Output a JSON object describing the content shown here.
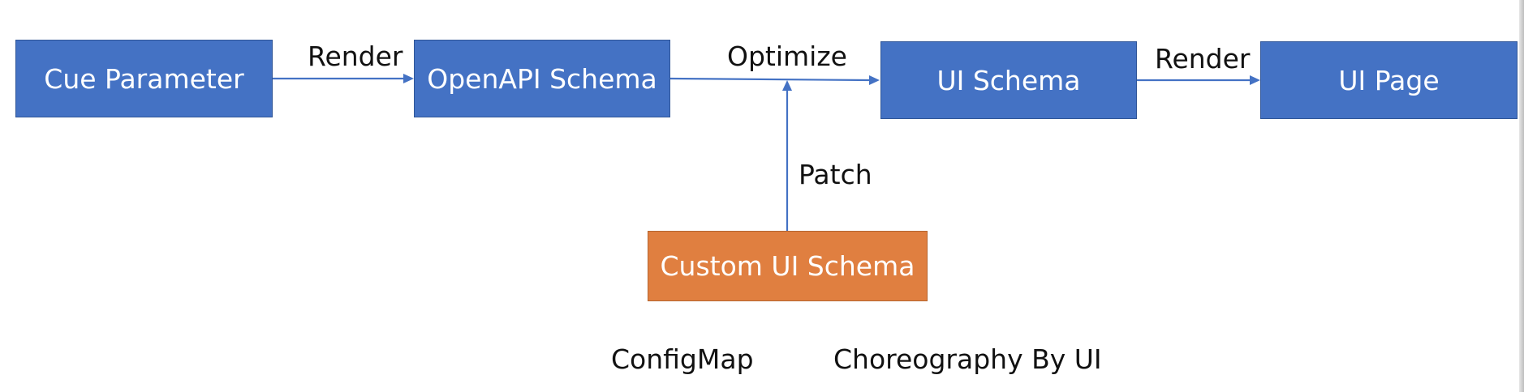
{
  "colors": {
    "blue": "#4472C4",
    "blue_border": "#2F5597",
    "orange": "#E07F40",
    "orange_border": "#B5652F",
    "edge": "#4472C4",
    "label": "#111111"
  },
  "nodes": {
    "cue_parameter": "Cue Parameter",
    "openapi_schema": "OpenAPI Schema",
    "ui_schema": "UI Schema",
    "ui_page": "UI Page",
    "custom_ui_schema": "Custom UI Schema"
  },
  "edges": {
    "render_1": "Render",
    "optimize": "Optimize",
    "render_2": "Render",
    "patch": "Patch"
  },
  "notes": {
    "configmap": "ConfigMap",
    "choreography": "Choreography By UI"
  }
}
